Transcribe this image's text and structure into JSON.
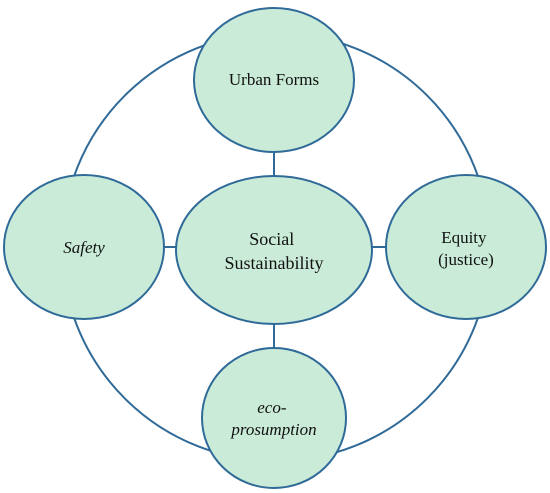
{
  "diagram": {
    "colors": {
      "node_fill": "#C9EBD8",
      "node_stroke": "#2F6A98",
      "connector": "#2F6A98",
      "text": "#111111"
    },
    "nodes": {
      "center": {
        "lines": [
          "Social",
          "Sustainability"
        ],
        "style": "normal"
      },
      "top": {
        "lines": [
          "Urban Forms"
        ],
        "style": "normal"
      },
      "right": {
        "lines": [
          "Equity",
          "(justice)"
        ],
        "style": "normal"
      },
      "bottom": {
        "lines": [
          "eco-",
          "prosumption"
        ],
        "style": "italic"
      },
      "left": {
        "lines": [
          "Safety"
        ],
        "style": "italic"
      }
    }
  }
}
